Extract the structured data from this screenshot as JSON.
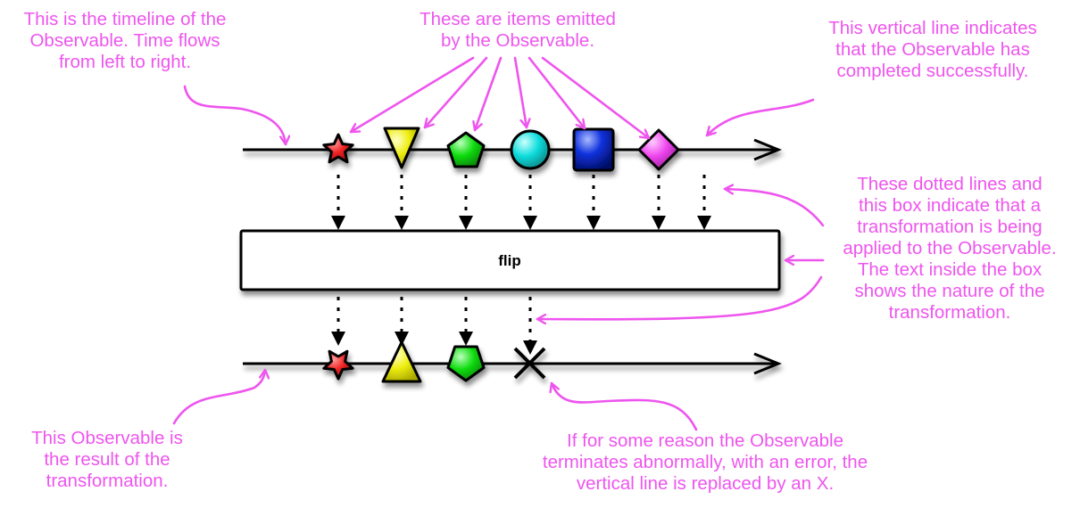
{
  "operator": {
    "label": "flip"
  },
  "annotations": {
    "timeline": "This is the timeline of the\nObservable. Time flows\nfrom left to right.",
    "items": "These are items emitted\nby the Observable.",
    "completed": "This vertical line indicates\nthat the Observable has\ncompleted successfully.",
    "transformation": "These dotted lines and\nthis box indicate that a\ntransformation is being\napplied to the Observable.\nThe text inside the box\nshows the nature of the\ntransformation.",
    "result": "This Observable is\nthe result of the\ntransformation.",
    "error": "If for some reason the Observable\nterminates abnormally, with an error, the\nvertical line is replaced by an X."
  },
  "source_observable": {
    "items": [
      {
        "shape": "star",
        "color": "#ee2222"
      },
      {
        "shape": "triangle-down",
        "color": "#eeee00"
      },
      {
        "shape": "pentagon",
        "color": "#11dd11"
      },
      {
        "shape": "circle",
        "color": "#11dddd"
      },
      {
        "shape": "square",
        "color": "#1122cc"
      },
      {
        "shape": "diamond",
        "color": "#ee44ee"
      }
    ],
    "terminator": "complete-line"
  },
  "result_observable": {
    "items": [
      {
        "shape": "star-flipped",
        "color": "#ee2222"
      },
      {
        "shape": "triangle-up",
        "color": "#eeee00"
      },
      {
        "shape": "pentagon-flipped",
        "color": "#11dd11"
      }
    ],
    "terminator": "error-x"
  },
  "colors": {
    "annotation": "#ee55ee",
    "line": "#000000",
    "box_fill": "#ffffff"
  }
}
